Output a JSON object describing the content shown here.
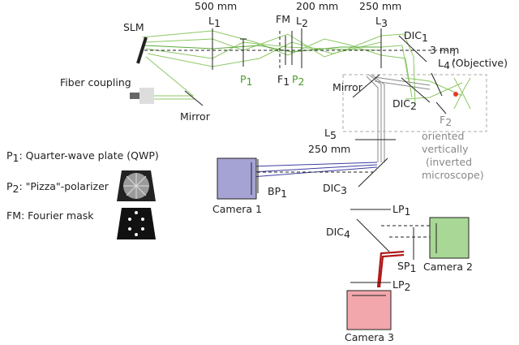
{
  "labels": {
    "slm": "SLM",
    "fiber": "Fiber coupling",
    "mirror1": "Mirror",
    "mirror2": "Mirror",
    "l1_dist": "500 mm",
    "l1": "L",
    "l1_sub": "1",
    "fm": "FM",
    "l2_dist": "200 mm",
    "l2": "L",
    "l2_sub": "2",
    "l3_dist": "250 mm",
    "l3": "L",
    "l3_sub": "3",
    "dic1": "DIC",
    "dic1_sub": "1",
    "three_mm": "3 mm",
    "l4": "L",
    "l4_sub": "4",
    "l4_desc": "(Objective)",
    "p1": "P",
    "p1_sub": "1",
    "f1": "F",
    "f1_sub": "1",
    "p2": "P",
    "p2_sub": "2",
    "dic2": "DIC",
    "dic2_sub": "2",
    "f2": "F",
    "f2_sub": "2",
    "oriented": [
      "oriented",
      "vertically",
      "(inverted",
      "microscope)"
    ],
    "l5": "L",
    "l5_sub": "5",
    "l5_dist": "250 mm",
    "camera1": "Camera 1",
    "bp1": "BP",
    "bp1_sub": "1",
    "dic3": "DIC",
    "dic3_sub": "3",
    "lp1": "LP",
    "lp1_sub": "1",
    "dic4": "DIC",
    "dic4_sub": "4",
    "sp1": "SP",
    "sp1_sub": "1",
    "camera2": "Camera 2",
    "lp2": "LP",
    "lp2_sub": "2",
    "camera3": "Camera 3"
  },
  "legend": [
    {
      "sym": "P",
      "sub": "1",
      "text": ": Quarter-wave plate (QWP)"
    },
    {
      "sym": "P",
      "sub": "2",
      "text": ": \"Pizza\"-polarizer"
    },
    {
      "sym": "FM",
      "sub": "",
      "text": ": Fourier mask"
    }
  ],
  "colors": {
    "camera1": "#a5a2d4",
    "camera2": "#a9d896",
    "camera3": "#f2a7ac",
    "beam_green": "#8cc865",
    "beam_blue": "#3b3fa0",
    "beam_red": "#b01818"
  }
}
